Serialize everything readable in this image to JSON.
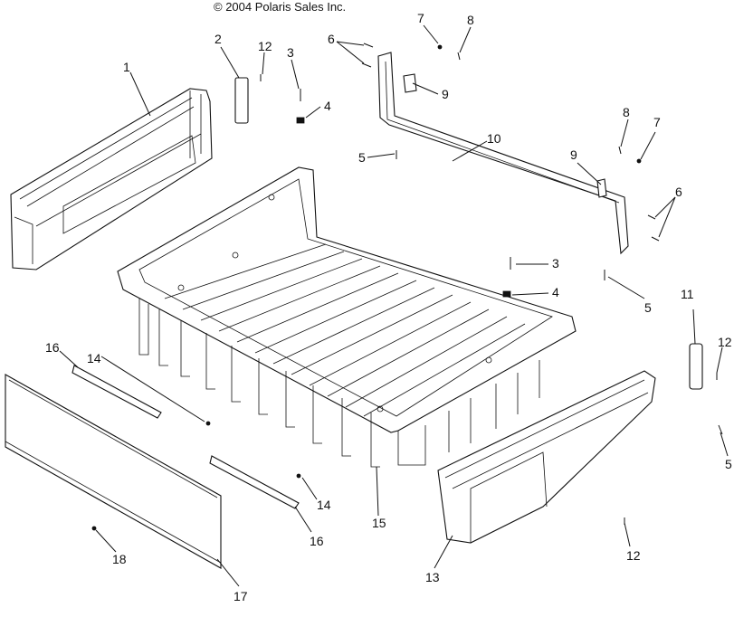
{
  "copyright": "© 2004 Polaris Sales Inc.",
  "callouts": {
    "c1": "1",
    "c2": "2",
    "c3a": "3",
    "c3b": "3",
    "c4a": "4",
    "c4b": "4",
    "c5a": "5",
    "c5b": "5",
    "c5c": "5",
    "c6a": "6",
    "c6b": "6",
    "c7a": "7",
    "c7b": "7",
    "c8a": "8",
    "c8b": "8",
    "c9a": "9",
    "c9b": "9",
    "c10": "10",
    "c11": "11",
    "c12a": "12",
    "c12b": "12",
    "c12c": "12",
    "c13": "13",
    "c14a": "14",
    "c14b": "14",
    "c15": "15",
    "c16a": "16",
    "c16b": "16",
    "c17": "17",
    "c18": "18"
  },
  "colors": {
    "ink": "#111111",
    "paper": "#ffffff"
  }
}
